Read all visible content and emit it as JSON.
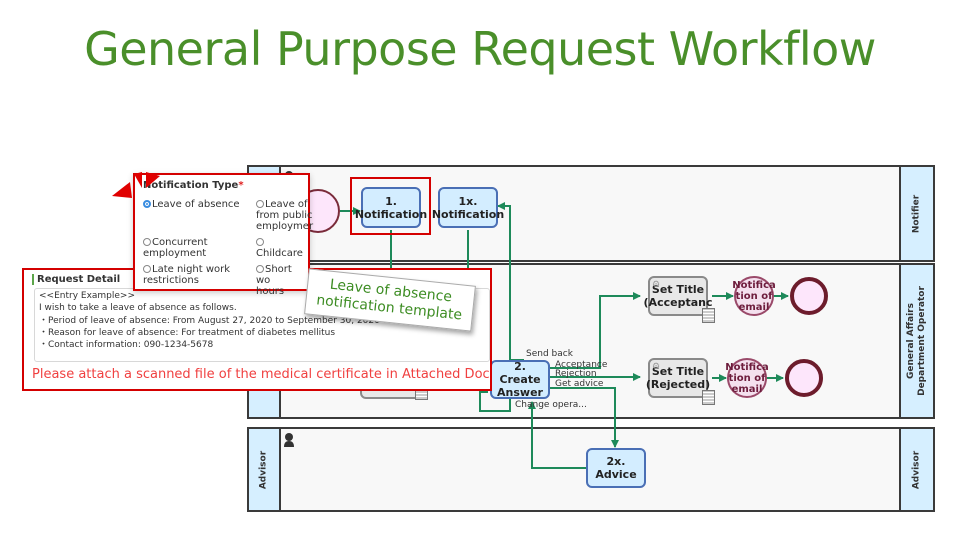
{
  "title": "General Purpose Request Workflow",
  "lanes": [
    {
      "name": "Notifier"
    },
    {
      "name": "General Affairs Department Operator",
      "line1": "General Affairs",
      "line2": "Department Operator"
    },
    {
      "name": "Advisor"
    }
  ],
  "nodes": {
    "task_notification": "1. Notification",
    "task_notification_l1": "1.",
    "task_notification_l2": "Notification",
    "task_renotification_l1": "1x.",
    "task_renotification_l2": "Notification",
    "task_create_answer_l1": "2. Create",
    "task_create_answer_l2": "Answer",
    "task_advice": "2x. Advice",
    "auto_set_title_accept_l1": "Set Title",
    "auto_set_title_accept_l2": "(Acceptanc",
    "auto_set_title_reject_l1": "Set Title",
    "auto_set_title_reject_l2": "(Rejected)",
    "email_accept": [
      "Notifica",
      "tion of",
      "email"
    ],
    "email_reject": [
      "Notifica",
      "tion of",
      "email"
    ]
  },
  "flow_labels": {
    "send_back": "Send back",
    "acceptance": "Acceptance",
    "rejection": "Rejection",
    "get_advice": "Get advice",
    "change_operator": "Change opera..."
  },
  "notification_type_panel": {
    "label": "Notification Type",
    "required_mark": "*",
    "options": [
      {
        "label": "Leave of absence",
        "selected": true
      },
      {
        "label": "Leave of absence from public employment",
        "visible_text": [
          "Leave of",
          "from public",
          "employmer"
        ],
        "selected": false
      },
      {
        "label": "Concurrent employment",
        "visible_text": [
          "Concurrent",
          "employment"
        ],
        "selected": false
      },
      {
        "label": "Childcare",
        "visible_text": [
          "Childcare"
        ],
        "selected": false
      },
      {
        "label": "Late night work restrictions",
        "visible_text": [
          "Late night work",
          "restrictions"
        ],
        "selected": false
      },
      {
        "label": "Short working hours",
        "visible_text": [
          "Short wo",
          "hours"
        ],
        "selected": false
      }
    ]
  },
  "request_detail_panel": {
    "label": "Request Detail",
    "lines": [
      "<<Entry Example>>",
      "I wish to take a leave of absence as follows.",
      "・Period of leave of absence: From August 27, 2020 to September 30, 2020",
      "・Reason for leave of absence: For treatment of diabetes mellitus",
      "・Contact information: 090-1234-5678"
    ],
    "warning": "Please attach a scanned file of the medical certificate in Attached Documents"
  },
  "callout": {
    "line1": "Leave of absence",
    "line2": "notification template"
  },
  "colors": {
    "title": "#4a8f2a",
    "highlight": "#d40000",
    "flow": "#1e8a5a",
    "lane_header": "#d6efff",
    "task_fill": "#d3edff",
    "task_border": "#4a6fb5"
  }
}
